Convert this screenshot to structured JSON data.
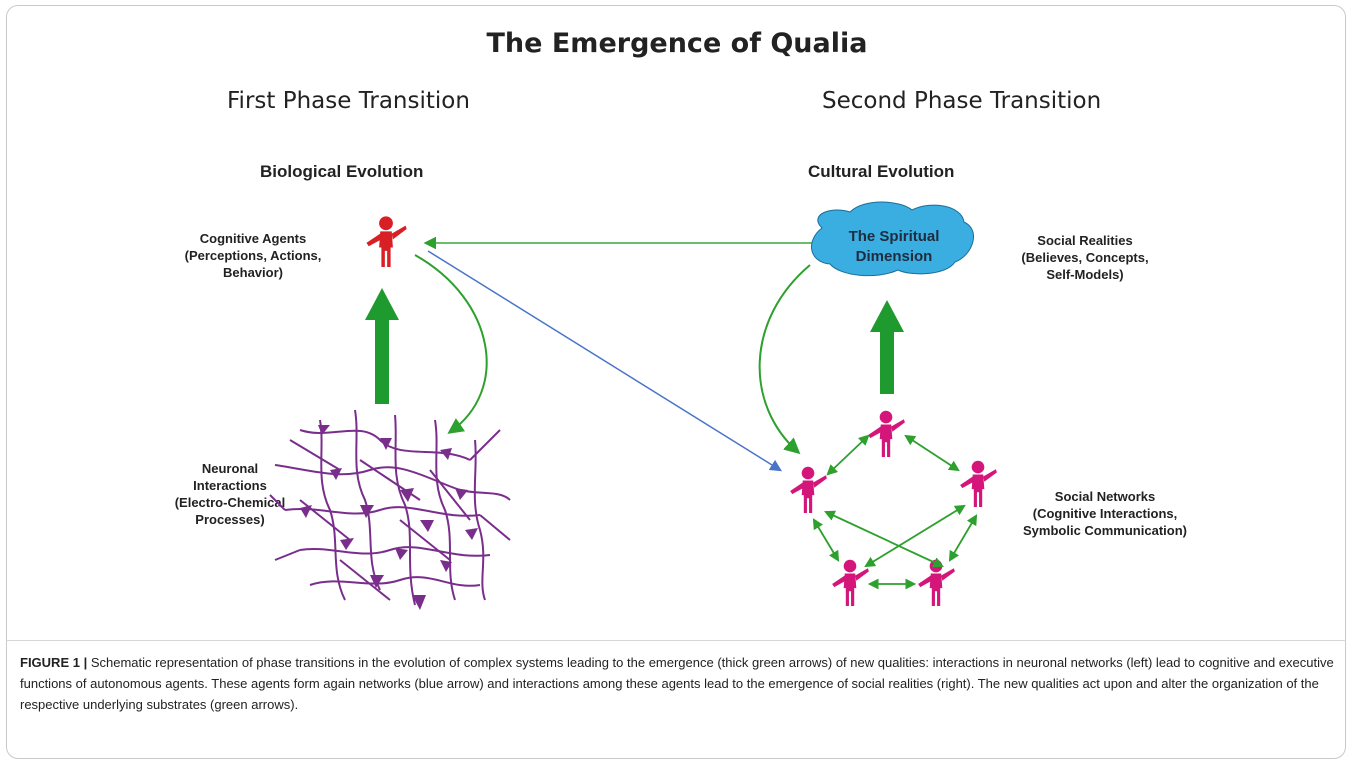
{
  "title": "The Emergence of Qualia",
  "left_phase": {
    "heading": "First Phase Transition",
    "subheading": "Biological Evolution",
    "agents_label": "Cognitive Agents\n(Perceptions, Actions,\nBehavior)",
    "neuronal_label": "Neuronal\nInteractions\n(Electro-Chemical\nProcesses)"
  },
  "right_phase": {
    "heading": "Second Phase Transition",
    "subheading": "Cultural Evolution",
    "cloud_text": "The Spiritual\nDimension",
    "social_realities_label": "Social Realities\n(Believes, Concepts,\nSelf-Models)",
    "social_networks_label": "Social Networks\n(Cognitive Interactions,\nSymbolic Communication)"
  },
  "colors": {
    "thick_arrow": "#1e9a2e",
    "thin_arrow": "#3aa63a",
    "blue_arrow": "#4a74c9",
    "agent_red": "#d91f26",
    "agent_magenta": "#d4157a",
    "network_purple": "#7a2e8c",
    "cloud_fill": "#3aaee0"
  },
  "icons": {
    "agent": "person-figure-icon",
    "cloud": "cloud-shape",
    "network": "neuron-network-icon"
  },
  "caption": {
    "label": "FIGURE 1 |",
    "text": "Schematic representation of phase transitions in the evolution of complex systems leading to the emergence (thick green arrows) of new qualities: interactions in neuronal networks (left) lead to cognitive and executive functions of autonomous agents. These agents form again networks (blue arrow) and interactions among these agents lead to the emergence of social realities (right). The new qualities act upon and alter the organization of the respective underlying substrates (green arrows)."
  }
}
